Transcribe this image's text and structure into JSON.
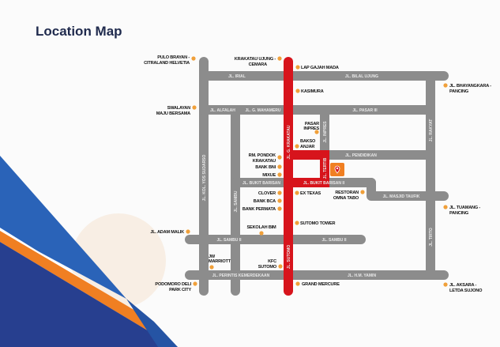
{
  "title": "Location Map",
  "colors": {
    "main_road": "#d7141c",
    "road": "#8c8c8c",
    "poi": "#f0a03a",
    "title": "#1f2a4d",
    "accent_blue": "#2554a4",
    "accent_orange": "#f07f22"
  },
  "location_icon": "map-pin-icon",
  "roads": {
    "irial": "JL. IRIAL",
    "bilal_ujung": "JL. BILAL UJUNG",
    "alfalah": "JL. ALFALAH",
    "mahameru": "JL. G. MAHAMERU",
    "pasar3": "JL. PASAR III",
    "yos_sudarso": "JL. KOL. YOS SUDARSO",
    "sambu": "JL. SAMBU",
    "krakatau": "JL. G. KRAKATAU",
    "inpres": "JL. INPRES",
    "tertib": "JL. TERTIB",
    "pendidikan": "JL. PENDIDIKAN",
    "rakyat": "JL. RAKYAT",
    "bukit_barisan": "JL. BUKIT BARISAN",
    "bukit_barisan2": "JL. BUKIT BARISAN II",
    "masjid_taufik": "JL. MASJID TAUFIK",
    "sambu2_left": "JL. SAMBU II",
    "sambu2_right": "JL. SAMBU II",
    "tirto": "JL. TIRTO",
    "perintis": "JL. PERINTIS KEMERDEKAAN",
    "hm_yamin": "JL. H.M. YAMIN",
    "sutomo": "JL. SUTOMO"
  },
  "pois": [
    {
      "l1": "PULO BRAYAN -",
      "l2": "CITRALAND HELVETIA"
    },
    {
      "l1": "KRAKATAU UJUNG -",
      "l2": "CEMARA"
    },
    {
      "l1": "LAP GAJAH MADA"
    },
    {
      "l1": "KASIMURA"
    },
    {
      "l1": "SWALAYAN",
      "l2": "MAJU BERSAMA"
    },
    {
      "l1": "PASAR",
      "l2": "INPRES"
    },
    {
      "l1": "BAKSO",
      "l2": "ANJAR"
    },
    {
      "l1": "RM. PONDOK",
      "l2": "KRAKATAU"
    },
    {
      "l1": "BANK BNI"
    },
    {
      "l1": "MIXUE"
    },
    {
      "l1": "CLOVER"
    },
    {
      "l1": "BANK BCA"
    },
    {
      "l1": "BANK PERMATA"
    },
    {
      "l1": "EX TEXAS"
    },
    {
      "l1": "RESTORAN",
      "l2": "OMNA TABO"
    },
    {
      "l1": "SEKOLAH BIM"
    },
    {
      "l1": "SUTOMO TOWER"
    },
    {
      "l1": "JL. ADAM MALIK"
    },
    {
      "l1": "JW",
      "l2": "MARRIOTT"
    },
    {
      "l1": "KFC",
      "l2": "SUTOMO"
    },
    {
      "l1": "PODOMORO DELI",
      "l2": "PARK CITY"
    },
    {
      "l1": "GRAND MERCURE"
    },
    {
      "l1": "JL. BHAYANGKARA -",
      "l2": "PANCING"
    },
    {
      "l1": "JL. TUAMANG -",
      "l2": "PANCING"
    },
    {
      "l1": "JL. AKSARA -",
      "l2": "LETDA SUJONO"
    }
  ]
}
